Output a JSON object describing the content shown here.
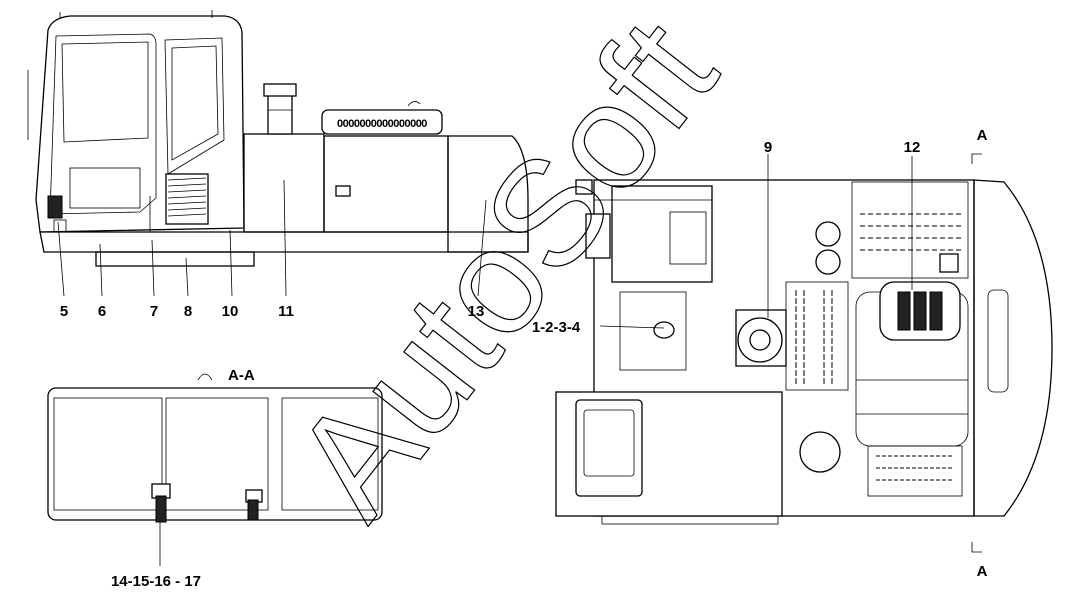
{
  "callouts": {
    "c1": "5",
    "c2": "6",
    "c3": "7",
    "c4": "8",
    "c5": "10",
    "c6": "11",
    "c7": "13",
    "c8": "1-2-3-4",
    "c9": "9",
    "c10": "12",
    "c11": "14-15-16 - 17"
  },
  "section": {
    "view_label": "A-A",
    "top_marker": "A",
    "bottom_marker": "A"
  },
  "watermark": {
    "text": "AutoSoft"
  },
  "grille_text": "0000000000000000",
  "colors": {
    "line": "#000000",
    "background": "#ffffff",
    "watermark_outline": "#000000"
  }
}
